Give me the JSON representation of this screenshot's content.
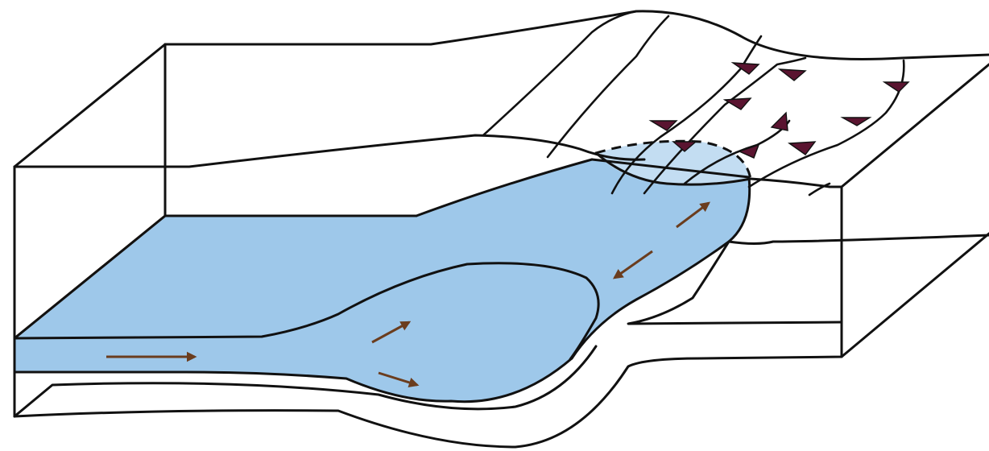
{
  "colors": {
    "background": "#ffffff",
    "outline": "#111111",
    "water": "#9ec8ea",
    "water_light": "#c3ddf2",
    "arrow": "#6b3d1e",
    "edge_brown": "#7a4a26",
    "thrust_teeth": "#5a1430"
  },
  "elements": {
    "block": "block-diagram-3d",
    "flow_arrows": "brown-flow-arrows",
    "thrust_faults": "thrust-fault-lines-with-triangle-teeth"
  }
}
